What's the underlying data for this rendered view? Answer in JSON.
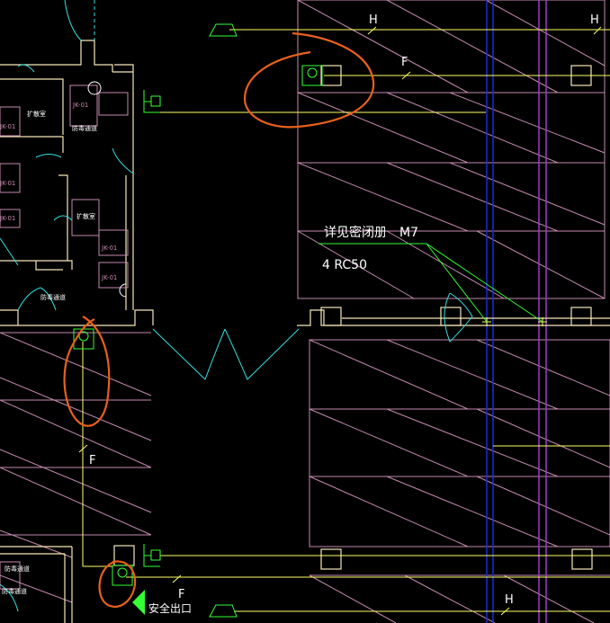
{
  "labels": {
    "h_top_left": "H",
    "h_top_right": "H",
    "f_top": "F",
    "f_left": "F",
    "f_bottom": "F",
    "h_bottom": "H",
    "note_line1": "详见密闭册　M7",
    "note_line2": "4 RC50",
    "exit_sign": "安全出口",
    "room_a": "扩散室",
    "room_b": "扩散室",
    "room_c": "防毒通道",
    "room_d": "防毒通道",
    "room_e": "防毒通道",
    "room_f": "防毒通道",
    "jk_1": "JK-01",
    "jk_2": "JK-01",
    "jk_3": "JK-01",
    "jk_4": "JK-01",
    "jk_5": "JK-01",
    "jk_6": "JK-01"
  },
  "colors": {
    "background": "#000000",
    "wall": "#f5e6b8",
    "hatch": "#c48ab0",
    "cable": "#ffff66",
    "device": "#33ff33",
    "door": "#33e0e0",
    "riser_blue": "#1f2bd6",
    "riser_purple": "#9a3cc8",
    "markup": "#e8601c",
    "text": "#ffffff"
  }
}
